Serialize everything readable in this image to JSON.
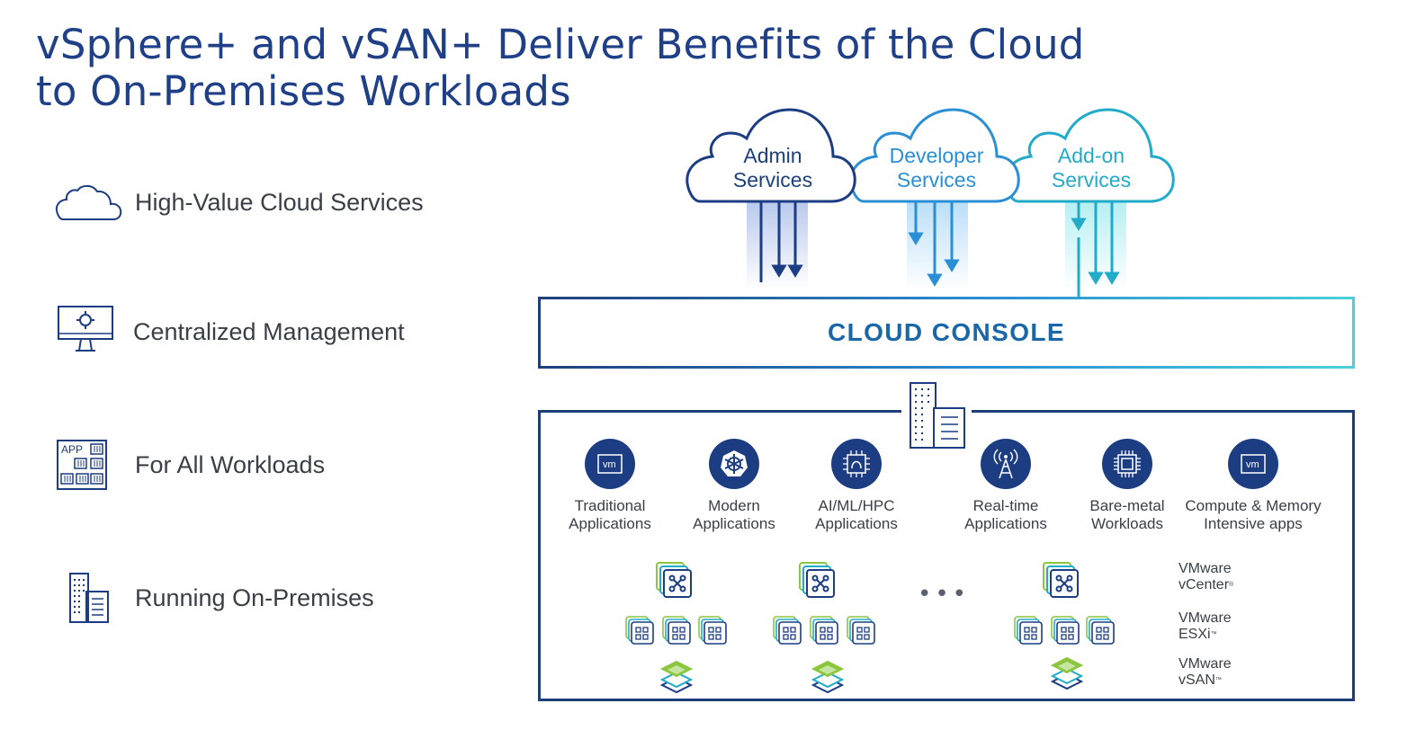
{
  "title_line1": "vSphere+ and vSAN+ Deliver Benefits of the Cloud",
  "title_line2": "to On-Premises Workloads",
  "benefits": [
    {
      "label": "High-Value Cloud Services",
      "icon": "cloud-outline-icon"
    },
    {
      "label": "Centralized Management",
      "icon": "monitor-gear-icon"
    },
    {
      "label": "For All Workloads",
      "icon": "app-grid-icon"
    },
    {
      "label": "Running On-Premises",
      "icon": "office-building-icon"
    }
  ],
  "clouds": [
    {
      "line1": "Admin",
      "line2": "Services",
      "color": "#1d3f7a"
    },
    {
      "line1": "Developer",
      "line2": "Services",
      "color": "#2b8fd6"
    },
    {
      "line1": "Add-on",
      "line2": "Services",
      "color": "#22abc9"
    }
  ],
  "console": {
    "label": "CLOUD CONSOLE"
  },
  "workloads": [
    {
      "line1": "Traditional",
      "line2": "Applications",
      "icon": "vm-icon"
    },
    {
      "line1": "Modern",
      "line2": "Applications",
      "icon": "kubernetes-icon"
    },
    {
      "line1": "AI/ML/HPC",
      "line2": "Applications",
      "icon": "gpu-chip-icon"
    },
    {
      "line1": "Real-time",
      "line2": "Applications",
      "icon": "antenna-icon"
    },
    {
      "line1": "Bare-metal",
      "line2": "Workloads",
      "icon": "cpu-chip-icon"
    },
    {
      "line1": "Compute & Memory",
      "line2": "Intensive apps",
      "icon": "vm-icon"
    }
  ],
  "products": [
    {
      "line1": "VMware",
      "line2": "vCenter",
      "mark": "®"
    },
    {
      "line1": "VMware",
      "line2": "ESXi",
      "mark": "™"
    },
    {
      "line1": "VMware",
      "line2": "vSAN",
      "mark": "™"
    }
  ],
  "ellipsis": "•••",
  "colors": {
    "navy": "#1c3d82",
    "blue": "#2b8fd6",
    "teal": "#22abc9",
    "green": "#8cc63f"
  }
}
